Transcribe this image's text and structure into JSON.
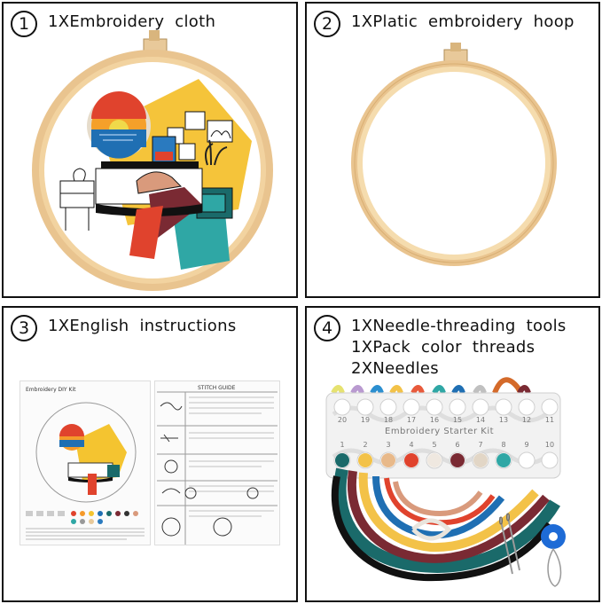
{
  "panels": [
    {
      "number": "1",
      "label": "1XEmbroidery cloth"
    },
    {
      "number": "2",
      "label": "1XPlatic embroidery hoop"
    },
    {
      "number": "3",
      "label": "1XEnglish instructions"
    },
    {
      "number": "4",
      "lines": [
        "1XNeedle-threading tools",
        "1XPack color threads",
        "2XNeedles"
      ]
    }
  ],
  "instructions": {
    "title": "Embroidery DIY Kit",
    "header": "STITCH GUIDE"
  },
  "kit": {
    "card_title": "Embroidery Starter Kit",
    "top_numbers": [
      "20",
      "19",
      "18",
      "17",
      "16",
      "15",
      "14",
      "13",
      "12",
      "11"
    ],
    "bottom_numbers": [
      "1",
      "2",
      "3",
      "4",
      "5",
      "6",
      "7",
      "8",
      "9",
      "10"
    ]
  },
  "colors": {
    "hoop_outer": "#e9c48f",
    "hoop_inner": "#f3d8a8",
    "sunset_red": "#e0432d",
    "sunset_orange": "#f59a2a",
    "sea_blue": "#1f6fb3",
    "yellow_light": "#f4c430",
    "teal": "#1a6a6a",
    "burgundy": "#7a2a33",
    "blue_tool": "#1e6bd6"
  }
}
